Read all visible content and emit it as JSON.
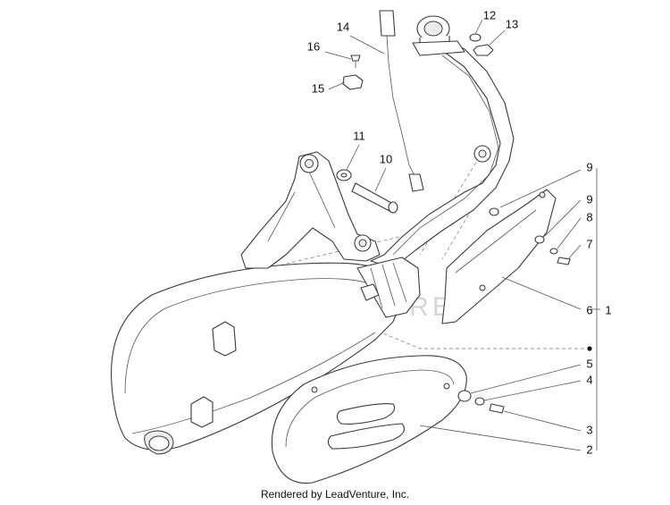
{
  "watermark": "LEADVENTURE",
  "footer": "Rendered by LeadVenture, Inc.",
  "callouts": {
    "c1": "1",
    "c2": "2",
    "c3": "3",
    "c4": "4",
    "c5": "5",
    "c6": "6",
    "c7": "7",
    "c8": "8",
    "c9a": "9",
    "c9b": "9",
    "c10": "10",
    "c11": "11",
    "c12": "12",
    "c13": "13",
    "c14": "14",
    "c15": "15",
    "c16": "16"
  }
}
